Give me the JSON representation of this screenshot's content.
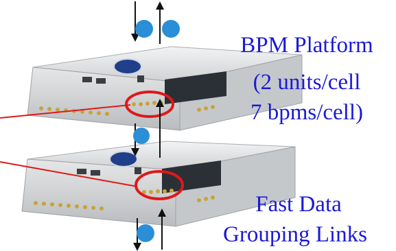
{
  "labels": {
    "platform_line1": "BPM Platform",
    "platform_line2": "(2 units/cell",
    "platform_line3": "7 bpms/cell)",
    "links_line1": "Fast Data",
    "links_line2": "Grouping Links"
  },
  "colors": {
    "label_text": "#1a1ad6",
    "node_fill": "#2a8fd6",
    "highlight": "#e01818",
    "chassis": "#d9dadb",
    "arrow": "#111111"
  }
}
